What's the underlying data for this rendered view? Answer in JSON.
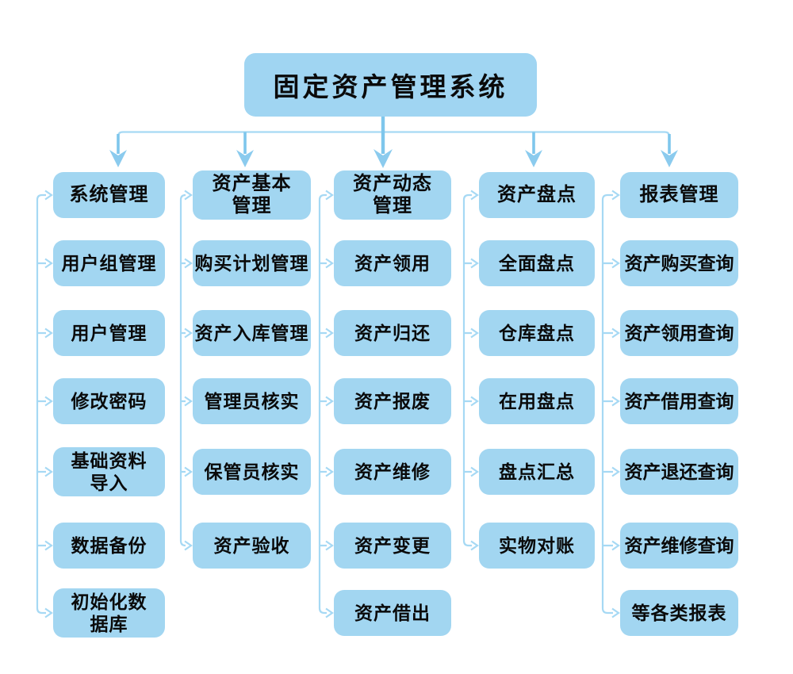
{
  "title": "固定资产管理系统",
  "colors": {
    "background": "#ffffff",
    "node_fill": "#a2d6f1",
    "connector_line": "#a6d9f4",
    "connector_drop": "#7ec6ec",
    "arrowhead_fill": "#8bcbee",
    "text": "#0a0a0a"
  },
  "columns": [
    {
      "name": "系统管理",
      "header": "系统管理",
      "items": [
        "用户组管理",
        "用户管理",
        "修改密码",
        "基础资料\n导入",
        "数据备份",
        "初始化数\n据库"
      ]
    },
    {
      "name": "资产基本管理",
      "header": "资产基本\n管理",
      "items": [
        "购买计划管理",
        "资产入库管理",
        "管理员核实",
        "保管员核实",
        "资产验收"
      ]
    },
    {
      "name": "资产动态管理",
      "header": "资产动态\n管理",
      "items": [
        "资产领用",
        "资产归还",
        "资产报废",
        "资产维修",
        "资产变更",
        "资产借出"
      ]
    },
    {
      "name": "资产盘点",
      "header": "资产盘点",
      "items": [
        "全面盘点",
        "仓库盘点",
        "在用盘点",
        "盘点汇总",
        "实物对账"
      ]
    },
    {
      "name": "报表管理",
      "header": "报表管理",
      "items": [
        "资产购买查询",
        "资产领用查询",
        "资产借用查询",
        "资产退还查询",
        "资产维修查询",
        "等各类报表"
      ]
    }
  ]
}
